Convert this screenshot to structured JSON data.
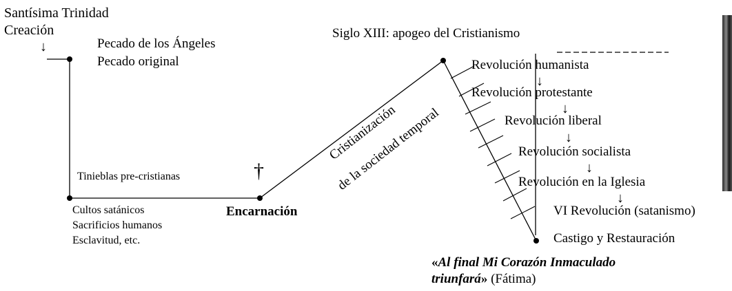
{
  "top_left": {
    "trinity": "Santísima Trinidad",
    "creation": "Creación"
  },
  "angels_sin": "Pecado de los Ángeles",
  "original_sin": "Pecado original",
  "darkness": "Tinieblas pre-cristianas",
  "pagan": {
    "line1": "Cultos satánicos",
    "line2": "Sacrificios humanos",
    "line3": "Esclavitud, etc."
  },
  "incarnation": "Encarnación",
  "christianization": {
    "line1": "Cristianización",
    "line2": "de la sociedad temporal"
  },
  "apogee": "Siglo XIII: apogeo del Cristianismo",
  "revolutions": [
    "Revolución humanista",
    "Revolución protestante",
    "Revolución liberal",
    "Revolución socialista",
    "Revolución en la Iglesia",
    "VI Revolución (satanismo)"
  ],
  "punishment": "Castigo y Restauración",
  "quote": {
    "open": "«",
    "bold_line1": "Al final Mi Corazón Inmaculado",
    "bold_line2": "triunfará",
    "close": "»",
    "source": " (Fátima)"
  },
  "icons": {
    "cross": "†",
    "arrow": "↓"
  }
}
